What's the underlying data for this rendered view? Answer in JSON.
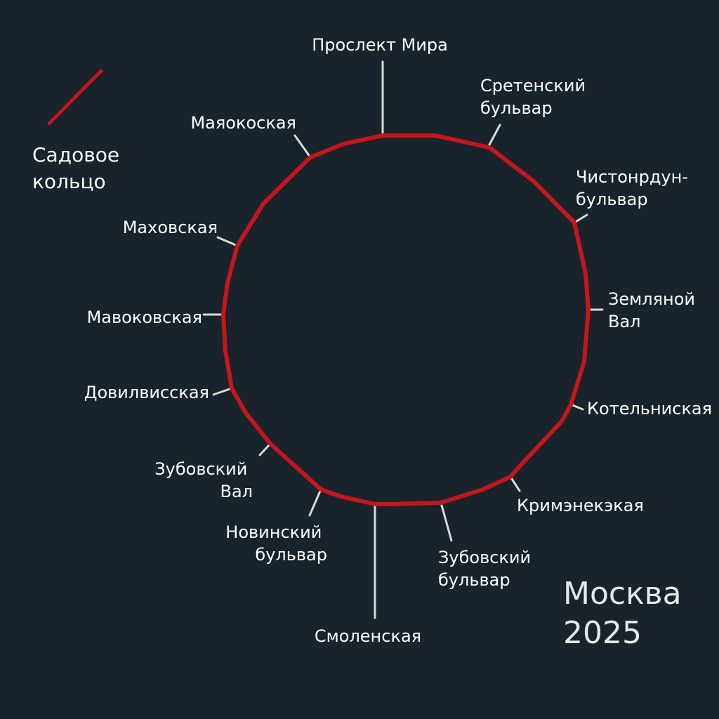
{
  "colors": {
    "background": "#18232b",
    "ring": "#c4161c",
    "tick": "#d9d9d9",
    "text": "#ffffff"
  },
  "legend": {
    "lines": [
      "Садовое",
      "кольцо"
    ]
  },
  "city": {
    "lines": [
      "Москва",
      "2025"
    ]
  },
  "stations": [
    {
      "id": "prospekt-mira",
      "lines": [
        "Прослект Мира"
      ]
    },
    {
      "id": "sretensky-bulvar",
      "lines": [
        "Сретенский",
        "бульвар"
      ]
    },
    {
      "id": "chistoprudny-bulvar",
      "lines": [
        "Чистонрдун-",
        "бульвар"
      ]
    },
    {
      "id": "zemlyanoy-val",
      "lines": [
        "Земляной",
        "Вал"
      ]
    },
    {
      "id": "kotelnicheskaya",
      "lines": [
        "Котельниская"
      ]
    },
    {
      "id": "krymskaya",
      "lines": [
        "Кримэнекэкая"
      ]
    },
    {
      "id": "zubovsky-bulvar",
      "lines": [
        "Зубовский",
        "бульвар"
      ]
    },
    {
      "id": "smolenskaya",
      "lines": [
        "Смоленская"
      ]
    },
    {
      "id": "novinsky-bulvar",
      "lines": [
        "Новинский",
        "бульвар"
      ]
    },
    {
      "id": "zubovsky-val",
      "lines": [
        "Зубовский",
        "Вал"
      ]
    },
    {
      "id": "dovilvisskaya",
      "lines": [
        "Довилвисская"
      ]
    },
    {
      "id": "mavokovskaya",
      "lines": [
        "Мавоковская"
      ]
    },
    {
      "id": "makhovskaya",
      "lines": [
        "Маховская"
      ]
    },
    {
      "id": "mayakovskaya",
      "lines": [
        "Маяокоская"
      ]
    }
  ]
}
